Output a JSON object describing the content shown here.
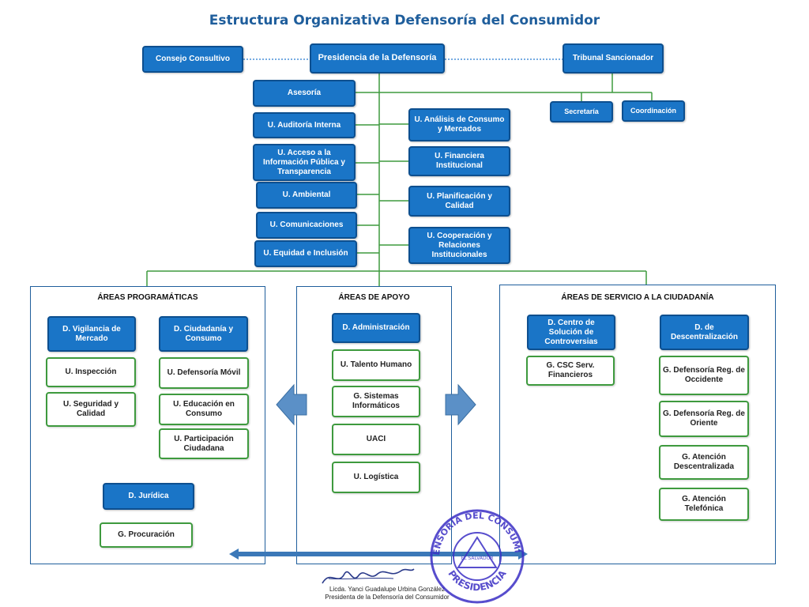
{
  "title": "Estructura Organizativa Defensoría del Consumidor",
  "top": {
    "consejo": "Consejo Consultivo",
    "presidencia": "Presidencia de la Defensoría",
    "tribunal": "Tribunal Sancionador",
    "secretaria": "Secretaría",
    "coordinacion": "Coordinación"
  },
  "units_left": [
    "Asesoría",
    "U. Auditoría Interna",
    "U. Acceso a la Información Pública y Transparencia",
    "U. Ambiental",
    "U. Comunicaciones",
    "U. Equidad e Inclusión"
  ],
  "units_right": [
    "U. Análisis de Consumo y Mercados",
    "U. Financiera Institucional",
    "U. Planificación y Calidad",
    "U. Cooperación y Relaciones Institucionales"
  ],
  "programaticas": {
    "header": "ÁREAS PROGRAMÁTICAS",
    "vigilancia": "D. Vigilancia de Mercado",
    "vigilancia_units": [
      "U. Inspección",
      "U. Seguridad y Calidad"
    ],
    "ciudadania": "D. Ciudadanía y Consumo",
    "ciudadania_units": [
      "U. Defensoría Móvil",
      "U. Educación en Consumo",
      "U. Participación Ciudadana"
    ],
    "juridica": "D. Jurídica",
    "juridica_units": [
      "G. Procuración"
    ]
  },
  "apoyo": {
    "header": "ÁREAS DE APOYO",
    "admin": "D. Administración",
    "units": [
      "U. Talento Humano",
      "G. Sistemas Informáticos",
      "UACI",
      "U. Logística"
    ]
  },
  "servicio": {
    "header": "ÁREAS DE SERVICIO A LA CIUDADANÍA",
    "csc": "D. Centro de Solución de Controversias",
    "csc_units": [
      "G. CSC Serv. Financieros"
    ],
    "desc": "D. de Descentralización",
    "desc_units": [
      "G. Defensoría Reg. de Occidente",
      "G. Defensoría Reg. de Oriente",
      "G. Atención Descentralizada",
      "G. Atención Telefónica"
    ]
  },
  "signature": {
    "name": "Licda. Yanci Guadalupe Urbina González",
    "role": "Presidenta de la Defensoría del Consumidor"
  },
  "seal": {
    "top_text": "DEFENSORÍA DEL CONSUMIDOR",
    "inner_text": "EL SALVADOR",
    "bottom_text": "PRESIDENCIA"
  },
  "colors": {
    "box_fill": "#1a75c7",
    "box_border": "#0d4f8f",
    "connector": "#3e9a3e",
    "title": "#1f5e9c",
    "seal": "#3a2ec4"
  }
}
